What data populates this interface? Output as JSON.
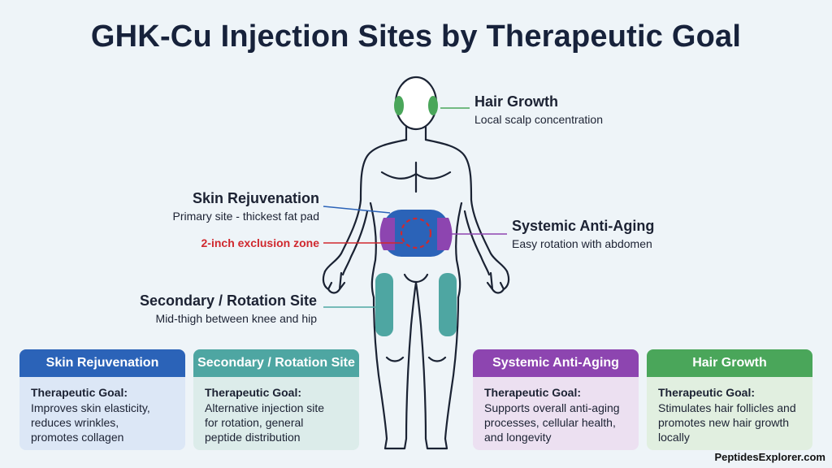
{
  "title": "GHK-Cu Injection Sites by Therapeutic Goal",
  "callouts": {
    "hair": {
      "title": "Hair Growth",
      "subtitle": "Local scalp concentration"
    },
    "skin": {
      "title": "Skin Rejuvenation",
      "subtitle": "Primary site - thickest fat pad"
    },
    "exclusion": "2-inch exclusion zone",
    "systemic": {
      "title": "Systemic Anti-Aging",
      "subtitle": "Easy rotation with abdomen"
    },
    "secondary": {
      "title": "Secondary / Rotation Site",
      "subtitle": "Mid-thigh between knee and hip"
    }
  },
  "cards": [
    {
      "title": "Skin Rejuvenation",
      "goal_label": "Therapeutic Goal:",
      "text": "Improves skin elasticity,\nreduces wrinkles,\npromotes collagen",
      "color": "#2b63b8",
      "bg": "#dce7f6"
    },
    {
      "title": "Secondary / Rotation Site",
      "goal_label": "Therapeutic Goal:",
      "text": "Alternative injection site\nfor rotation, general\npeptide distribution",
      "color": "#4ea6a2",
      "bg": "#dcecea"
    },
    {
      "title": "Systemic Anti-Aging",
      "goal_label": "Therapeutic Goal:",
      "text": "Supports overall anti-aging\nprocesses, cellular health,\nand longevity",
      "color": "#8d45b0",
      "bg": "#ece0f1"
    },
    {
      "title": "Hair Growth",
      "goal_label": "Therapeutic Goal:",
      "text": "Stimulates hair follicles and\npromotes new hair growth\nlocally",
      "color": "#4aa65a",
      "bg": "#e1efe0"
    }
  ],
  "brand": "PeptidesExplorer.com",
  "colors": {
    "skin": "#2b63b8",
    "secondary": "#4ea6a2",
    "systemic": "#8d45b0",
    "hair": "#4aa65a",
    "exclusion": "#d0282e",
    "outline": "#1a2233"
  }
}
